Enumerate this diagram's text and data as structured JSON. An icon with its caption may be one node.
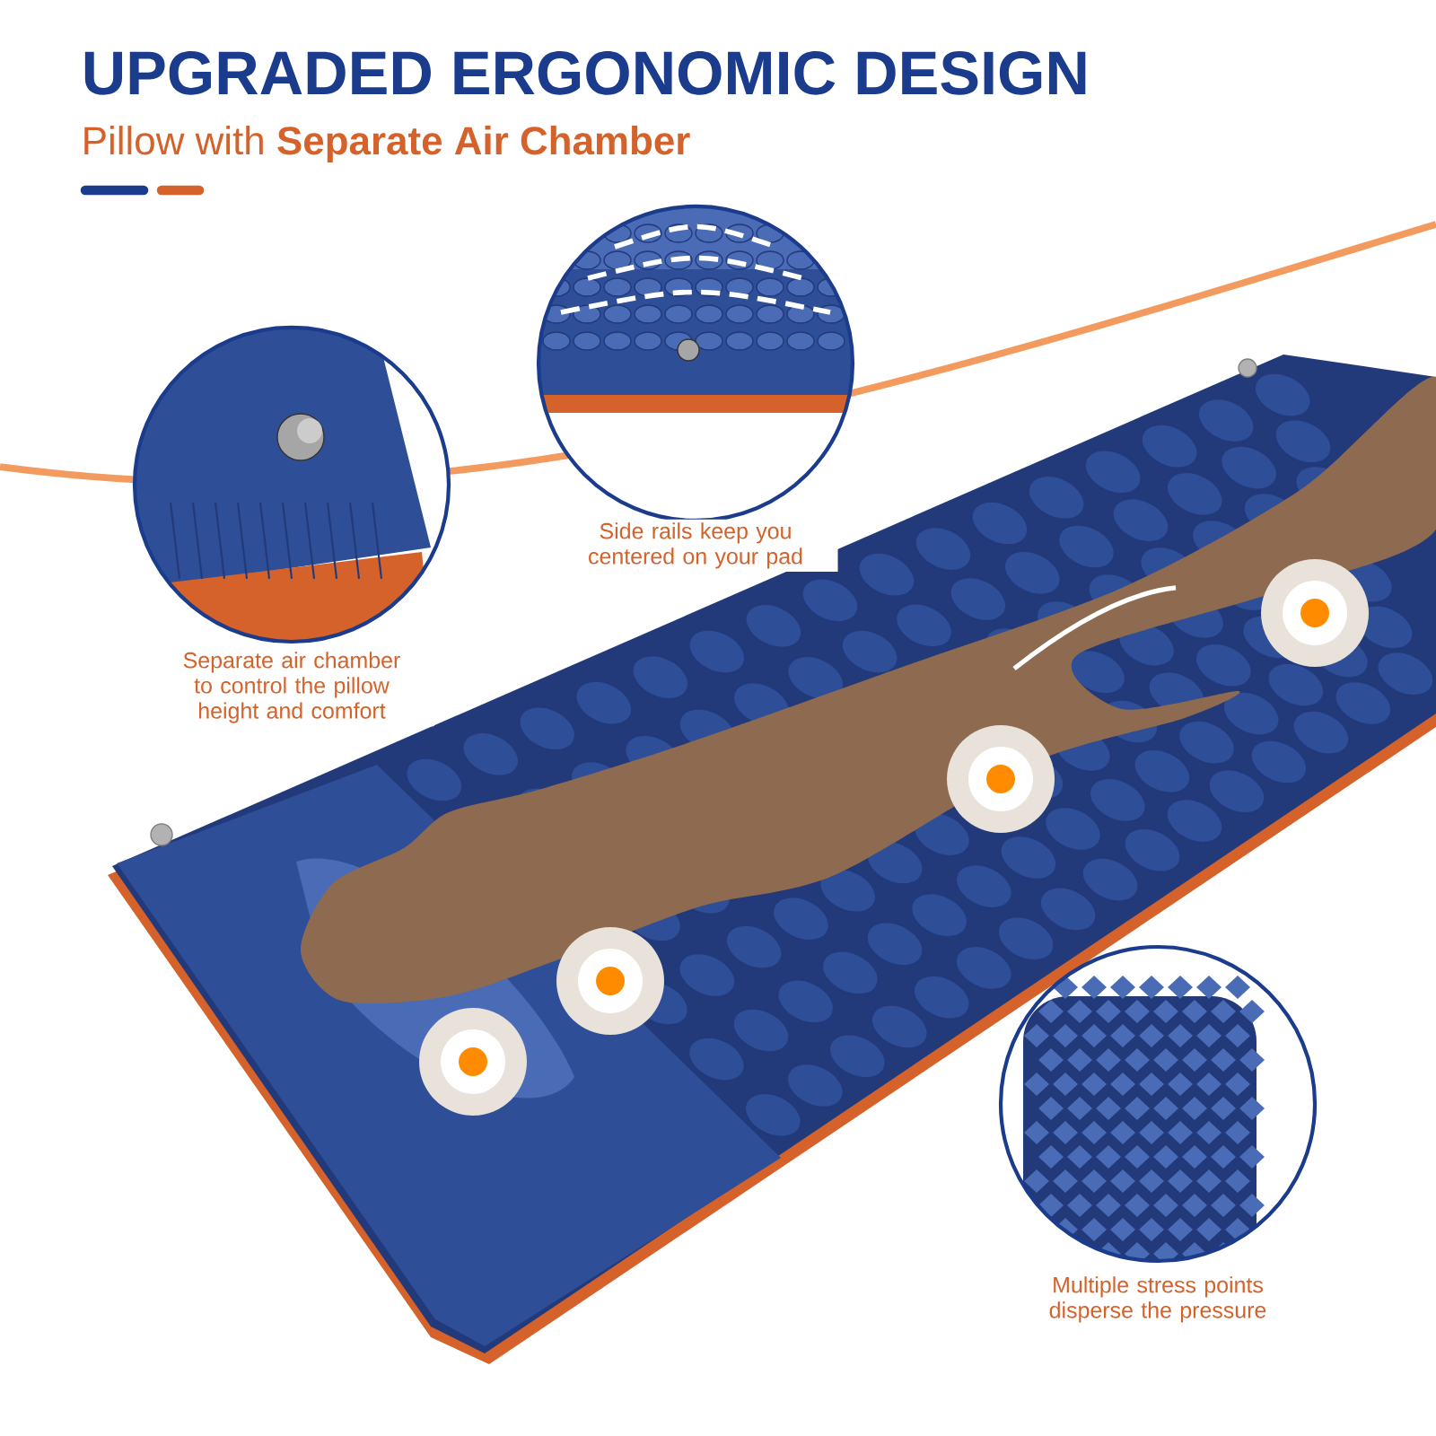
{
  "diagram": {
    "title": "UPGRADED ERGONOMIC DESIGN",
    "nodes": [
      {
        "text": [],
        "shape": "picture",
        "beside": [
          "Separate air chamber to control the pillow height and comfort"
        ]
      },
      {
        "text": [],
        "shape": "picture",
        "beside": [
          "Side rails keep you centered on your pad"
        ]
      },
      {
        "text": [],
        "shape": "picture",
        "beside": [
          "Multiple stress points disperse the pressure"
        ]
      }
    ],
    "labels": [
      "Pillow with **Separate Air Chamber**"
    ]
  }
}
